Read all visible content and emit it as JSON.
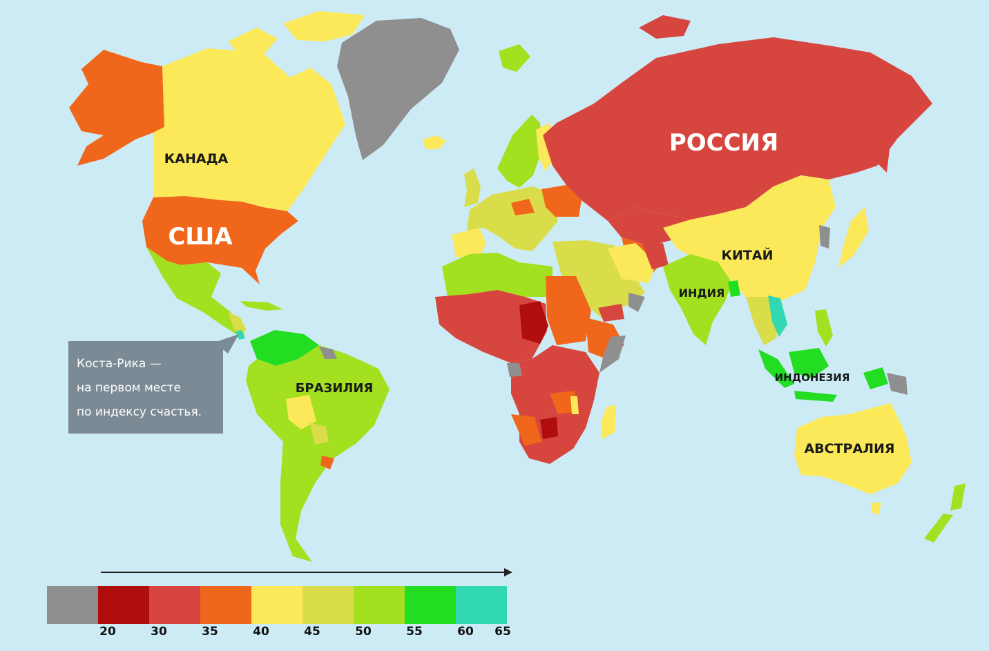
{
  "colors": {
    "ocean": "#cdebf5",
    "no_data": "#8f8f8f",
    "band_20_30": "#b00d0d",
    "band_30_35": "#d7463e",
    "band_35_40": "#f0671c",
    "band_40_45": "#fce95a",
    "band_45_50": "#d9dd4a",
    "band_50_55": "#a3e01f",
    "band_55_60": "#22dd22",
    "band_60_65": "#32d8b2"
  },
  "labels": {
    "canada": "КАНАДА",
    "usa": "США",
    "russia": "РОССИЯ",
    "china": "КИТАЙ",
    "india": "ИНДИЯ",
    "brazil": "БРАЗИЛИЯ",
    "indonesia": "ИНДОНЕЗИЯ",
    "australia": "АВСТРАЛИЯ"
  },
  "callout": {
    "line1": "Коста-Рика —",
    "line2": "на первом месте",
    "line3": "по индексу счастья."
  },
  "legend": {
    "ticks": [
      "20",
      "30",
      "35",
      "40",
      "45",
      "50",
      "55",
      "60",
      "65"
    ],
    "swatches": [
      "no_data",
      "band_20_30",
      "band_30_35",
      "band_35_40",
      "band_40_45",
      "band_45_50",
      "band_50_55",
      "band_55_60",
      "band_60_65"
    ]
  }
}
